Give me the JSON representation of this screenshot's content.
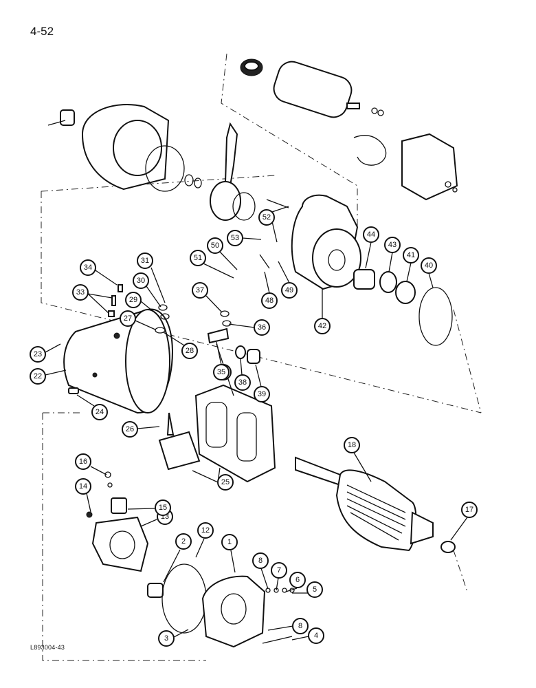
{
  "page": {
    "number": "4-52",
    "figure_code": "L893004-43"
  },
  "callouts": [
    "1",
    "2",
    "3",
    "4",
    "5",
    "6",
    "7",
    "8",
    "8",
    "12",
    "13",
    "14",
    "15",
    "16",
    "17",
    "18",
    "22",
    "23",
    "24",
    "25",
    "25",
    "26",
    "27",
    "28",
    "29",
    "30",
    "31",
    "33",
    "34",
    "35",
    "36",
    "37",
    "38",
    "39",
    "40",
    "41",
    "42",
    "43",
    "44",
    "48",
    "49",
    "50",
    "51",
    "52",
    "53"
  ]
}
